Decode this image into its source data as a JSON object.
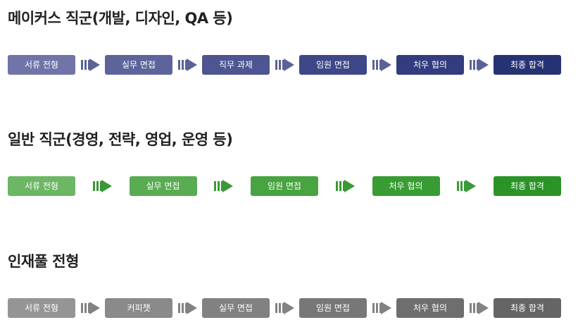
{
  "sections": [
    {
      "id": "makers",
      "title": "메이커스 직군(개발, 디자인, QA 등)",
      "arrow_color": "#5b6296",
      "steps": [
        {
          "label": "서류 전형",
          "color": "#7074a8"
        },
        {
          "label": "실무 면접",
          "color": "#5d649c"
        },
        {
          "label": "직무 과제",
          "color": "#4d5592"
        },
        {
          "label": "임원 면접",
          "color": "#3e4787"
        },
        {
          "label": "처우 협의",
          "color": "#323c7e"
        },
        {
          "label": "최종 합격",
          "color": "#273275"
        }
      ]
    },
    {
      "id": "general",
      "title": "일반 직군(경영, 전략, 영업, 운영 등)",
      "arrow_color": "#3a9a35",
      "steps": [
        {
          "label": "서류 전형",
          "color": "#6cb664"
        },
        {
          "label": "실무 면접",
          "color": "#5aac52"
        },
        {
          "label": "임원 면접",
          "color": "#47a441"
        },
        {
          "label": "처우 협의",
          "color": "#389c33"
        },
        {
          "label": "최종 합격",
          "color": "#2a9426"
        }
      ]
    },
    {
      "id": "talentpool",
      "title": "인재풀 전형",
      "arrow_color": "#828282",
      "steps": [
        {
          "label": "서류 전형",
          "color": "#959595"
        },
        {
          "label": "커피챗",
          "color": "#8a8a8a"
        },
        {
          "label": "실무 면접",
          "color": "#818181"
        },
        {
          "label": "임원 면접",
          "color": "#777777"
        },
        {
          "label": "처우 협의",
          "color": "#6e6e6e"
        },
        {
          "label": "최종 합격",
          "color": "#656565"
        }
      ]
    }
  ]
}
